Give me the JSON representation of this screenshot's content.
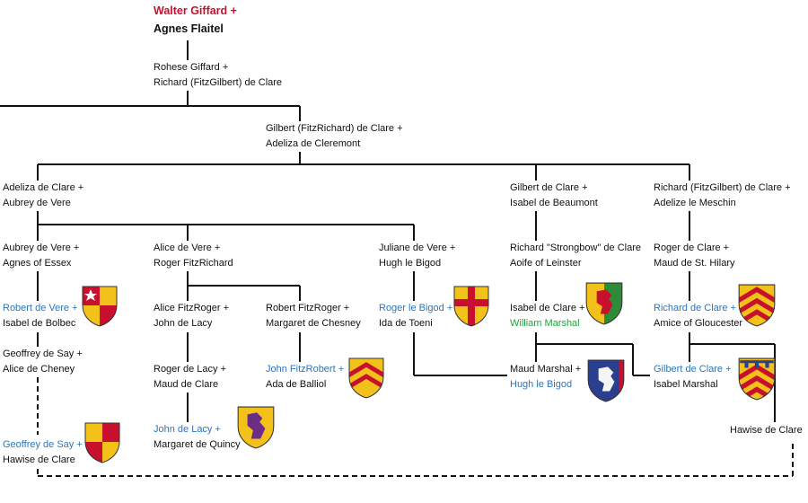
{
  "tree": {
    "walter": {
      "a": "Walter Giffard +",
      "b": "Agnes Flaitel"
    },
    "rohese": {
      "a": "Rohese Giffard +",
      "b": "Richard (FitzGilbert) de Clare"
    },
    "gilbert1": {
      "a": "Gilbert (FitzRichard) de Clare +",
      "b": "Adeliza de Cleremont"
    },
    "adeliza": {
      "a": "Adeliza de Clare +",
      "b": "Aubrey de Vere"
    },
    "gilbert2": {
      "a": "Gilbert de Clare +",
      "b": "Isabel de Beaumont"
    },
    "richard2": {
      "a": "Richard (FitzGilbert) de Clare +",
      "b": "Adelize le Meschin"
    },
    "aubrey2": {
      "a": "Aubrey de Vere +",
      "b": "Agnes of Essex"
    },
    "alice": {
      "a": "Alice de Vere +",
      "b": "Roger FitzRichard"
    },
    "juliane": {
      "a": "Juliane de Vere +",
      "b": "Hugh le Bigod"
    },
    "strongbow": {
      "a": "Richard \"Strongbow\" de Clare",
      "b": "Aoife of Leinster"
    },
    "rogerc": {
      "a": "Roger de Clare +",
      "b": "Maud de St. Hilary"
    },
    "robertv": {
      "a": "Robert de Vere +",
      "b": "Isabel de Bolbec"
    },
    "alicefr": {
      "a": "Alice FitzRoger +",
      "b": "John de Lacy"
    },
    "robertfr": {
      "a": "Robert FitzRoger +",
      "b": "Margaret de Chesney"
    },
    "rogerb": {
      "a": "Roger le Bigod +",
      "b": "Ida de Toeni"
    },
    "isabelc": {
      "a": "Isabel de Clare +",
      "b": "William Marshal"
    },
    "richardc": {
      "a": "Richard de Clare +",
      "b": "Amice of Gloucester"
    },
    "geoffrey1": {
      "a": "Geoffrey de Say +",
      "b": "Alice de Cheney"
    },
    "rogerl": {
      "a": "Roger de Lacy +",
      "b": "Maud de Clare"
    },
    "johnfr": {
      "a": "John FitzRobert +",
      "b": "Ada de Balliol"
    },
    "maud": {
      "a": "Maud Marshal +",
      "b": "Hugh le Bigod"
    },
    "gilbertc": {
      "a": "Gilbert de Clare +",
      "b": "Isabel Marshal"
    },
    "johnl": {
      "a": "John de Lacy +",
      "b": "Margaret de Quincy"
    },
    "geoffrey2": {
      "a": "Geoffrey de Say +",
      "b": "Hawise de Clare"
    },
    "hawise": {
      "a": "Hawise de Clare"
    }
  },
  "colors": {
    "link": "#2e75b6",
    "green": "#21a33b",
    "red": "#c8102e",
    "line": "#111111"
  },
  "shields": [
    "vere-shield-icon",
    "clare-shield-icon",
    "bigod-cross-shield-icon",
    "marshal-lion-shield-icon",
    "lacy-lion-shield-icon",
    "say-shield-icon",
    "fitzrobert-chevron-shield-icon",
    "bigod-lion-shield-icon",
    "clare-label-shield-icon"
  ]
}
